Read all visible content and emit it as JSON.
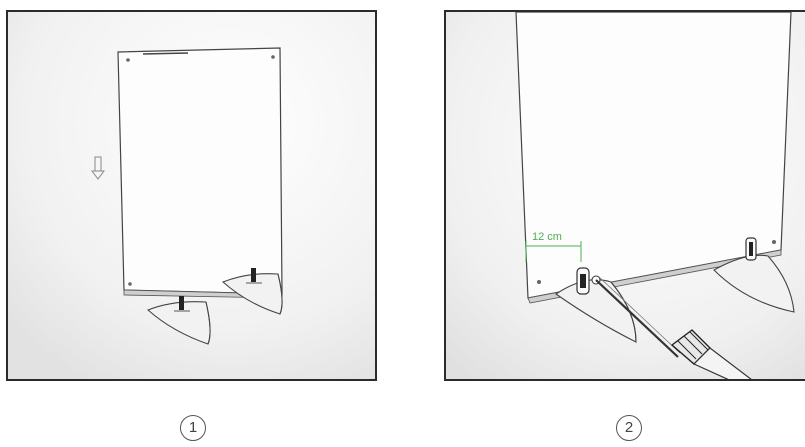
{
  "steps": [
    {
      "number": "1"
    },
    {
      "number": "2"
    }
  ],
  "diagram": {
    "measurement_label": "12 cm",
    "measurement_color": "#4caf50",
    "arrow_icon": "down-arrow-icon",
    "tool_icon": "screwdriver-icon"
  }
}
